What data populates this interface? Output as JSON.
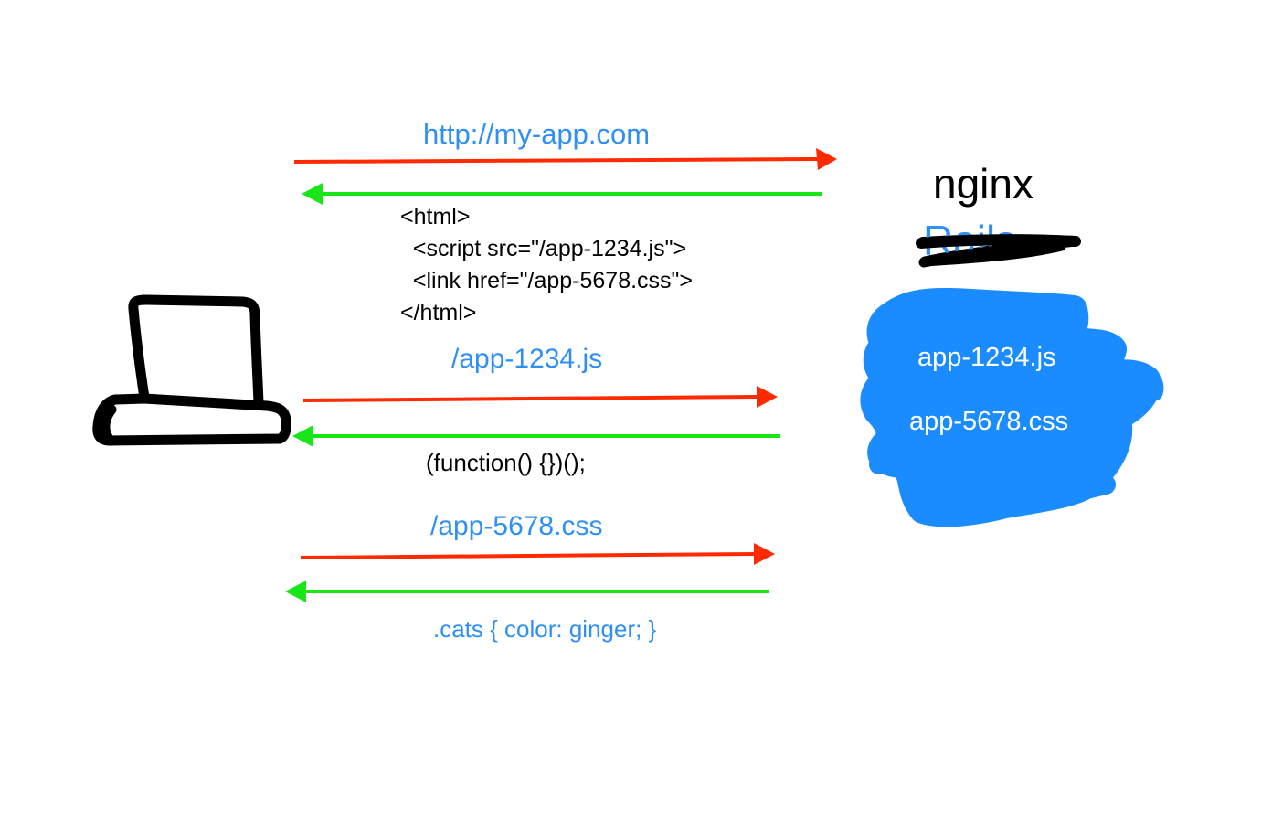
{
  "client": {
    "icon": "laptop-icon"
  },
  "server": {
    "name": "nginx",
    "struck_name": "Rails",
    "cache_blob_files": [
      "app-1234.js",
      "app-5678.css"
    ]
  },
  "exchanges": [
    {
      "request": "http://my-app.com",
      "response_lines": [
        "<html>",
        "  <script src=\"/app-1234.js\">",
        "  <link href=\"/app-5678.css\">",
        "</html>"
      ]
    },
    {
      "request": "/app-1234.js",
      "response": "(function() {})();"
    },
    {
      "request": "/app-5678.css",
      "response": ".cats { color: ginger; }"
    }
  ],
  "colors": {
    "request_arrow": "#ff2a00",
    "response_arrow": "#19e619",
    "label_blue": "#2e8ff5",
    "blob_blue": "#1a8cff",
    "ink": "#000000"
  }
}
